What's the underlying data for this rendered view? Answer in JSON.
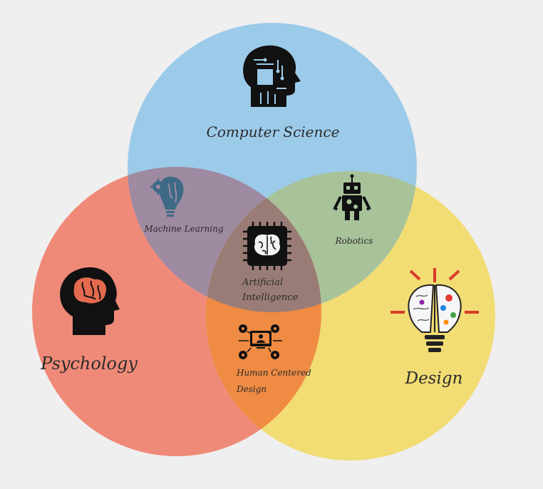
{
  "diagram": {
    "colors": {
      "background": "#efefef",
      "computer_science": "#9ccbea",
      "psychology": "#f08a78",
      "design": "#f2dc74",
      "cs_psych_overlap": "#9e8aa1",
      "cs_design_overlap": "#a8c29a",
      "psych_design_overlap": "#ef8b43",
      "center_overlap": "#9a7c76",
      "bulb_rays": "#d63b2a"
    },
    "sets": {
      "computer_science": {
        "label": "Computer Science",
        "icon": "circuit-head-icon"
      },
      "psychology": {
        "label": "Psychology",
        "icon": "brain-head-icon"
      },
      "design": {
        "label": "Design",
        "icon": "creative-bulb-icon"
      }
    },
    "intersections": {
      "machine_learning": {
        "label": "Machine Learning",
        "icon": "gear-brain-icon"
      },
      "robotics": {
        "label": "Robotics",
        "icon": "robot-icon"
      },
      "human_centered_design": {
        "label_line1": "Human Centered",
        "label_line2": "Design",
        "icon": "user-network-icon"
      },
      "artificial_intelligence": {
        "label_line1": "Artificial",
        "label_line2": "Intelligence",
        "icon": "brain-chip-icon"
      }
    }
  }
}
